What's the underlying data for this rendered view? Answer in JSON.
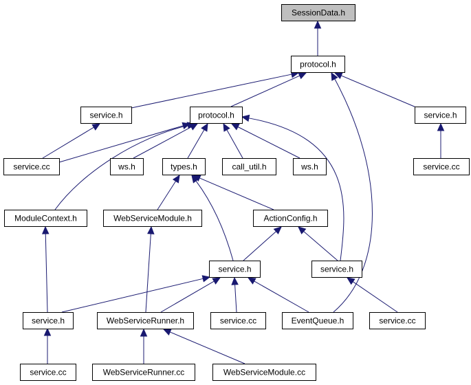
{
  "diagram": {
    "title": "",
    "root": "SessionData.h",
    "colors": {
      "edge": "#191970",
      "root_fill": "#bfbfbf",
      "node_fill": "#ffffff",
      "border": "#000000"
    },
    "nodes": [
      {
        "id": "n_sessiondata",
        "label": "SessionData.h",
        "root": true
      },
      {
        "id": "n_protocol_top",
        "label": "protocol.h"
      },
      {
        "id": "n_service_h_left",
        "label": "service.h"
      },
      {
        "id": "n_protocol_mid",
        "label": "protocol.h"
      },
      {
        "id": "n_service_h_right",
        "label": "service.h"
      },
      {
        "id": "n_service_cc_left",
        "label": "service.cc"
      },
      {
        "id": "n_ws_a",
        "label": "ws.h"
      },
      {
        "id": "n_types",
        "label": "types.h"
      },
      {
        "id": "n_call_util",
        "label": "call_util.h"
      },
      {
        "id": "n_ws_b",
        "label": "ws.h"
      },
      {
        "id": "n_service_cc_right",
        "label": "service.cc"
      },
      {
        "id": "n_modulecontext",
        "label": "ModuleContext.h"
      },
      {
        "id": "n_webservicemodule_h",
        "label": "WebServiceModule.h"
      },
      {
        "id": "n_actionconfig",
        "label": "ActionConfig.h"
      },
      {
        "id": "n_service_h_center",
        "label": "service.h"
      },
      {
        "id": "n_service_h_mid_right",
        "label": "service.h"
      },
      {
        "id": "n_service_h_low_left",
        "label": "service.h"
      },
      {
        "id": "n_webservicerunner_h",
        "label": "WebServiceRunner.h"
      },
      {
        "id": "n_service_cc_center",
        "label": "service.cc"
      },
      {
        "id": "n_eventqueue",
        "label": "EventQueue.h"
      },
      {
        "id": "n_service_cc_low_right",
        "label": "service.cc"
      },
      {
        "id": "n_service_cc_bottom",
        "label": "service.cc"
      },
      {
        "id": "n_webservicerunner_cc",
        "label": "WebServiceRunner.cc"
      },
      {
        "id": "n_webservicemodule_cc",
        "label": "WebServiceModule.cc"
      }
    ],
    "edges": [
      {
        "from": "n_protocol_top",
        "to": "n_sessiondata"
      },
      {
        "from": "n_service_h_left",
        "to": "n_protocol_top"
      },
      {
        "from": "n_protocol_mid",
        "to": "n_protocol_top"
      },
      {
        "from": "n_service_h_right",
        "to": "n_protocol_top"
      },
      {
        "from": "n_eventqueue",
        "to": "n_protocol_top"
      },
      {
        "from": "n_service_cc_left",
        "to": "n_service_h_left"
      },
      {
        "from": "n_service_cc_left",
        "to": "n_protocol_mid"
      },
      {
        "from": "n_modulecontext",
        "to": "n_protocol_mid"
      },
      {
        "from": "n_ws_a",
        "to": "n_protocol_mid"
      },
      {
        "from": "n_types",
        "to": "n_protocol_mid"
      },
      {
        "from": "n_call_util",
        "to": "n_protocol_mid"
      },
      {
        "from": "n_ws_b",
        "to": "n_protocol_mid"
      },
      {
        "from": "n_service_h_mid_right",
        "to": "n_protocol_mid"
      },
      {
        "from": "n_service_cc_right",
        "to": "n_service_h_right"
      },
      {
        "from": "n_webservicemodule_h",
        "to": "n_types"
      },
      {
        "from": "n_actionconfig",
        "to": "n_types"
      },
      {
        "from": "n_service_h_center",
        "to": "n_types"
      },
      {
        "from": "n_service_h_low_left",
        "to": "n_modulecontext"
      },
      {
        "from": "n_webservicerunner_h",
        "to": "n_webservicemodule_h"
      },
      {
        "from": "n_service_h_center",
        "to": "n_actionconfig"
      },
      {
        "from": "n_service_h_mid_right",
        "to": "n_actionconfig"
      },
      {
        "from": "n_service_h_low_left",
        "to": "n_service_h_center"
      },
      {
        "from": "n_webservicerunner_h",
        "to": "n_service_h_center"
      },
      {
        "from": "n_service_cc_center",
        "to": "n_service_h_center"
      },
      {
        "from": "n_eventqueue",
        "to": "n_service_h_center"
      },
      {
        "from": "n_service_cc_low_right",
        "to": "n_service_h_mid_right"
      },
      {
        "from": "n_service_cc_bottom",
        "to": "n_service_h_low_left"
      },
      {
        "from": "n_webservicerunner_cc",
        "to": "n_webservicerunner_h"
      },
      {
        "from": "n_webservicemodule_cc",
        "to": "n_webservicerunner_h"
      }
    ]
  }
}
